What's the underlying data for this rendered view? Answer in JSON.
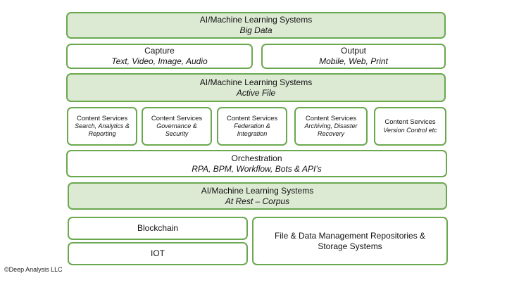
{
  "layers": {
    "big_data": {
      "title": "AI/Machine Learning Systems",
      "subtitle": "Big Data"
    },
    "capture": {
      "title": "Capture",
      "subtitle": "Text, Video, Image, Audio"
    },
    "output": {
      "title": "Output",
      "subtitle": "Mobile, Web, Print"
    },
    "active_file": {
      "title": "AI/Machine Learning Systems",
      "subtitle": "Active File"
    },
    "content_services": [
      {
        "title": "Content Services",
        "lines": [
          "Search, Analytics &",
          "Reporting"
        ]
      },
      {
        "title": "Content Services",
        "lines": [
          "Governance &",
          "Security"
        ]
      },
      {
        "title": "Content Services",
        "lines": [
          "Federation &",
          "Integration"
        ]
      },
      {
        "title": "Content Services",
        "lines": [
          "Archiving, Disaster",
          "Recovery"
        ]
      },
      {
        "title": "Content Services",
        "lines": [
          "Version Control etc"
        ]
      }
    ],
    "orchestration": {
      "title": "Orchestration",
      "subtitle": "RPA, BPM, Workflow, Bots & API’s"
    },
    "at_rest": {
      "title": "AI/Machine Learning Systems",
      "subtitle": "At Rest – Corpus"
    },
    "blockchain": {
      "title": "Blockchain"
    },
    "iot": {
      "title": "IOT"
    },
    "repositories": {
      "lines": [
        "File & Data Management Repositories &",
        "Storage Systems"
      ]
    }
  },
  "footer": {
    "copyright": "©Deep Analysis LLC"
  },
  "colors": {
    "border": "#6aa84f",
    "fill_green": "#dce9d3",
    "fill_white": "#ffffff"
  }
}
